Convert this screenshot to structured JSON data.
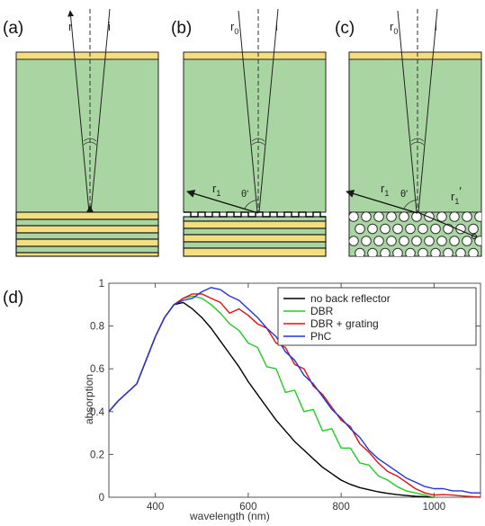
{
  "panels": {
    "a": {
      "label": "(a)",
      "r_label": "r",
      "i_label": "i"
    },
    "b": {
      "label": "(b)",
      "r0_main": "r",
      "r0_sub": "0",
      "i_label": "i",
      "r1_main": "r",
      "r1_sub": "1",
      "theta": "θ'"
    },
    "c": {
      "label": "(c)",
      "r0_main": "r",
      "r0_sub": "0",
      "i_label": "i",
      "r1_main": "r",
      "r1_sub": "1",
      "theta": "θ'",
      "r1p_main": "r",
      "r1p_sub": "1",
      "r1p_prime": "′"
    },
    "d": {
      "label": "(d)"
    }
  },
  "colors": {
    "cell_green": "#a9d5a3",
    "top_yellow": "#f5dc7c",
    "dbr_yellow": "#f3df7e",
    "line_black": "#1a1a1a"
  },
  "chart_data": {
    "type": "line",
    "xlabel": "wavelength (nm)",
    "ylabel": "absorption",
    "xlim": [
      300,
      1100
    ],
    "ylim": [
      0,
      1
    ],
    "xticks": [
      400,
      600,
      800,
      1000
    ],
    "yticks": [
      0,
      0.2,
      0.4,
      0.6,
      0.8,
      1
    ],
    "xtick_labels": [
      "400",
      "600",
      "800",
      "1000"
    ],
    "ytick_labels": [
      "0",
      "0.2",
      "0.4",
      "0.6",
      "0.8",
      "1"
    ],
    "legend_position": "top-right",
    "series": [
      {
        "name": "no back reflector",
        "color": "#000000",
        "x": [
          300,
          320,
          340,
          360,
          380,
          400,
          420,
          440,
          460,
          480,
          500,
          520,
          540,
          560,
          580,
          600,
          620,
          640,
          660,
          680,
          700,
          720,
          740,
          760,
          780,
          800,
          820,
          840,
          860,
          880,
          900,
          920,
          940,
          960,
          980,
          1000
        ],
        "y": [
          0.4,
          0.45,
          0.49,
          0.53,
          0.64,
          0.75,
          0.84,
          0.9,
          0.91,
          0.88,
          0.84,
          0.79,
          0.73,
          0.67,
          0.61,
          0.54,
          0.48,
          0.42,
          0.36,
          0.31,
          0.26,
          0.22,
          0.18,
          0.14,
          0.11,
          0.08,
          0.06,
          0.045,
          0.035,
          0.025,
          0.018,
          0.012,
          0.008,
          0.004,
          0.002,
          0.0
        ]
      },
      {
        "name": "DBR",
        "color": "#22cc22",
        "x": [
          300,
          320,
          340,
          360,
          380,
          400,
          420,
          440,
          460,
          480,
          500,
          520,
          540,
          560,
          580,
          600,
          620,
          640,
          660,
          680,
          700,
          720,
          740,
          760,
          780,
          800,
          820,
          840,
          860,
          880,
          900,
          920,
          940,
          960,
          980,
          1000
        ],
        "y": [
          0.4,
          0.45,
          0.49,
          0.53,
          0.64,
          0.75,
          0.84,
          0.9,
          0.93,
          0.94,
          0.93,
          0.9,
          0.86,
          0.81,
          0.78,
          0.72,
          0.7,
          0.61,
          0.6,
          0.49,
          0.5,
          0.4,
          0.41,
          0.31,
          0.32,
          0.23,
          0.23,
          0.16,
          0.15,
          0.1,
          0.08,
          0.05,
          0.03,
          0.02,
          0.01,
          0.0
        ]
      },
      {
        "name": "DBR + grating",
        "color": "#e01010",
        "x": [
          300,
          320,
          340,
          360,
          380,
          400,
          420,
          440,
          460,
          480,
          500,
          520,
          540,
          560,
          580,
          600,
          620,
          640,
          660,
          680,
          700,
          720,
          740,
          760,
          780,
          800,
          820,
          840,
          860,
          880,
          900,
          920,
          940,
          960,
          980,
          1000,
          1020,
          1040,
          1060,
          1080,
          1100
        ],
        "y": [
          0.4,
          0.45,
          0.49,
          0.53,
          0.64,
          0.75,
          0.84,
          0.9,
          0.93,
          0.95,
          0.95,
          0.93,
          0.91,
          0.86,
          0.88,
          0.85,
          0.81,
          0.79,
          0.72,
          0.7,
          0.62,
          0.6,
          0.52,
          0.48,
          0.42,
          0.36,
          0.33,
          0.25,
          0.21,
          0.16,
          0.12,
          0.1,
          0.07,
          0.04,
          0.02,
          0.01,
          0.012,
          0.01,
          0.006,
          0.003,
          0.0
        ]
      },
      {
        "name": "PhC",
        "color": "#2233dd",
        "x": [
          300,
          320,
          340,
          360,
          380,
          400,
          420,
          440,
          460,
          480,
          500,
          520,
          540,
          560,
          580,
          600,
          620,
          640,
          660,
          680,
          700,
          720,
          740,
          760,
          780,
          800,
          820,
          840,
          860,
          880,
          900,
          920,
          940,
          960,
          980,
          1000,
          1020,
          1040,
          1060,
          1080,
          1100
        ],
        "y": [
          0.4,
          0.45,
          0.49,
          0.53,
          0.64,
          0.75,
          0.84,
          0.9,
          0.92,
          0.93,
          0.96,
          0.98,
          0.97,
          0.94,
          0.92,
          0.88,
          0.84,
          0.79,
          0.75,
          0.68,
          0.64,
          0.57,
          0.53,
          0.47,
          0.41,
          0.37,
          0.32,
          0.28,
          0.22,
          0.18,
          0.15,
          0.12,
          0.09,
          0.07,
          0.05,
          0.04,
          0.04,
          0.03,
          0.03,
          0.02,
          0.02
        ]
      }
    ]
  }
}
